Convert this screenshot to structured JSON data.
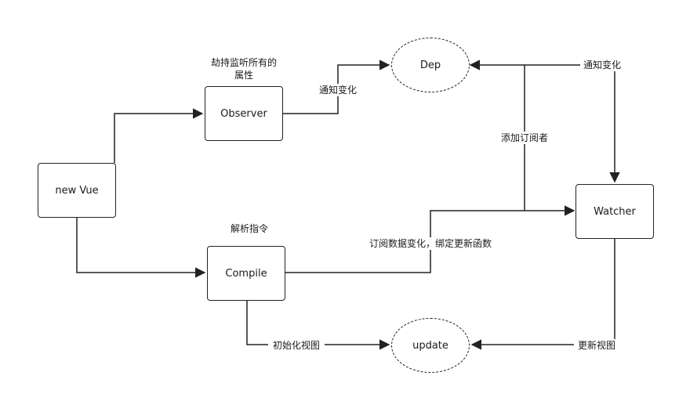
{
  "nodes": {
    "new_vue": "new Vue",
    "observer": "Observer",
    "compile": "Compile",
    "dep": "Dep",
    "watcher": "Watcher",
    "update": "update"
  },
  "labels": {
    "observer_caption": "劫持监听所有的\n属性",
    "compile_caption": "解析指令",
    "notify_change_left": "通知变化",
    "notify_change_right": "通知变化",
    "add_subscriber": "添加订阅者",
    "subscribe_bind": "订阅数据变化，绑定更新函数",
    "init_view": "初始化视图",
    "update_view": "更新视图"
  }
}
